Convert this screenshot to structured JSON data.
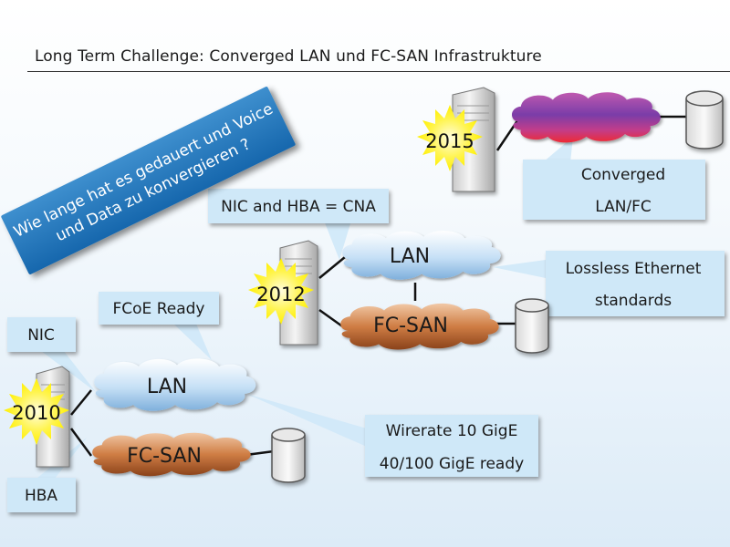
{
  "slide": {
    "title": "Long Term Challenge: Converged LAN und FC-SAN Infrastrukture",
    "question": {
      "line1": "Wie lange hat es gedauert und Voice",
      "line2": "und Data zu konvergieren ?"
    }
  },
  "stages": [
    {
      "year": "2010",
      "clouds": {
        "lan": "LAN",
        "san": "FC-SAN"
      },
      "callouts": {
        "nic": "NIC",
        "hba": "HBA",
        "fcoe": "FCoE Ready",
        "wirerate_1": "Wirerate 10 GigE",
        "wirerate_2": "40/100 GigE ready"
      }
    },
    {
      "year": "2012",
      "clouds": {
        "lan": "LAN",
        "san": "FC-SAN"
      },
      "callouts": {
        "cna": "NIC and HBA = CNA",
        "lossless_1": "Lossless Ethernet",
        "lossless_2": "standards"
      }
    },
    {
      "year": "2015",
      "callouts": {
        "converged_1": "Converged",
        "converged_2": "LAN/FC"
      }
    }
  ],
  "colors": {
    "callout_fill": "#cfe8f8",
    "question_box": "#1e6fb4",
    "lan_cloud": "#b8d8f2",
    "san_cloud": "#c4703a",
    "converged_cloud": "#b03a8e",
    "starburst": "#fff200"
  },
  "icons": [
    "server-tower-icon",
    "storage-disk-icon",
    "network-cloud-icon",
    "starburst-icon"
  ]
}
